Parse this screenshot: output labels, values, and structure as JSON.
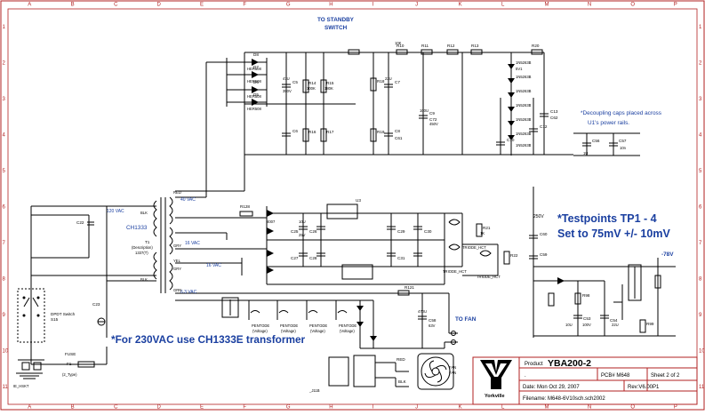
{
  "sheet": {
    "columns": [
      "A",
      "B",
      "C",
      "D",
      "E",
      "F",
      "G",
      "H",
      "I",
      "J",
      "K",
      "L",
      "M",
      "N",
      "O",
      "P"
    ],
    "rows": [
      "1",
      "2",
      "3",
      "4",
      "5",
      "6",
      "7",
      "8",
      "9",
      "10",
      "11"
    ]
  },
  "notes": {
    "standby": [
      "TO STANDBY",
      "SWITCH"
    ],
    "decoupling": [
      "*Decoupling caps placed across",
      "U1's power rails."
    ],
    "testpoints": [
      "*Testpoints TP1 - 4",
      "Set to 75mV +/- 10mV"
    ],
    "transformer": "*For 230VAC use CH1333E transformer",
    "to_fan": "TO FAN",
    "minus78": "-78V"
  },
  "labels": {
    "vac120": "120 VAC",
    "vac40": "40 VAC",
    "vac16a": "16 VAC",
    "vac16b": "16 VAC",
    "vac63": "6.3 VAC",
    "vac250": "250V",
    "ch1333": "CH1333",
    "t1": [
      "T1",
      "(Description)",
      "1337(T)"
    ],
    "u3": "U3",
    "dpdt": "DPDT Switch",
    "s15": "S15",
    "fuse": [
      "FUSE",
      "F1",
      "(2_Type)"
    ],
    "ie": "IE_HSKT",
    "pentodes": [
      "PENTODE",
      "PENTODE",
      "PENTODE",
      "PENTODE"
    ],
    "voltage": "(Voltage)",
    "red": "RED",
    "blk": "BLK",
    "fan": [
      "FAN",
      "FAN"
    ],
    "j118": "_J11B",
    "wires_left": [
      "BLK",
      "RED",
      "YEL",
      "GRY",
      "GRY",
      "BLK",
      "GRN"
    ],
    "t_codes": [
      "TRIODE_HCT",
      "TRIODE_HCT",
      "TRIODE_HCT"
    ]
  },
  "parts": {
    "diodes": [
      "D8",
      "HER508",
      "D7",
      "HER508",
      "D6",
      "HER508",
      "D5",
      "HER508"
    ],
    "resistors": [
      "R10",
      "R11",
      "R12",
      "R13",
      "R14",
      "R15",
      "R16",
      "R17",
      "R18",
      "R19",
      "R20",
      "R21",
      "R22",
      "R121",
      "R128",
      "R98",
      "R99"
    ],
    "zeners": [
      "1N5263B",
      "1N5263B",
      "1N5263B",
      "1N5263B",
      "1N5263B",
      "1N5263B",
      "1N5263B"
    ],
    "caps": [
      "C5",
      "C6",
      "C7",
      "C8",
      "C9",
      "C10",
      "C12",
      "C13",
      "C22",
      "C23",
      "C25",
      "C26",
      "C27",
      "C28",
      "C29",
      "C30",
      "C31",
      "C53",
      "C54",
      "C56",
      "C57",
      "C58",
      "C59",
      "C60",
      "C61",
      "C62",
      "C72"
    ],
    "values": [
      "47U",
      "22U",
      "10U",
      "100U",
      "470U",
      "450V",
      "350V",
      "25V",
      "63V",
      "10K",
      "100K",
      "180K",
      "1K",
      "4007",
      "5V1",
      "10U",
      "100V",
      "22U",
      "1U",
      "10n"
    ]
  },
  "title_block": {
    "logo": "Yorkville",
    "product_label": "Product",
    "product": "YBA200-2",
    "pcb": "PCB# M648",
    "sheet": "Sheet  2  of  2",
    "date": "Date: Mon Oct 29, 2007",
    "rev": "Rev:V6.00P1",
    "filename": "Filename:  M648-6V10sch.sch2002",
    "dot": "."
  }
}
